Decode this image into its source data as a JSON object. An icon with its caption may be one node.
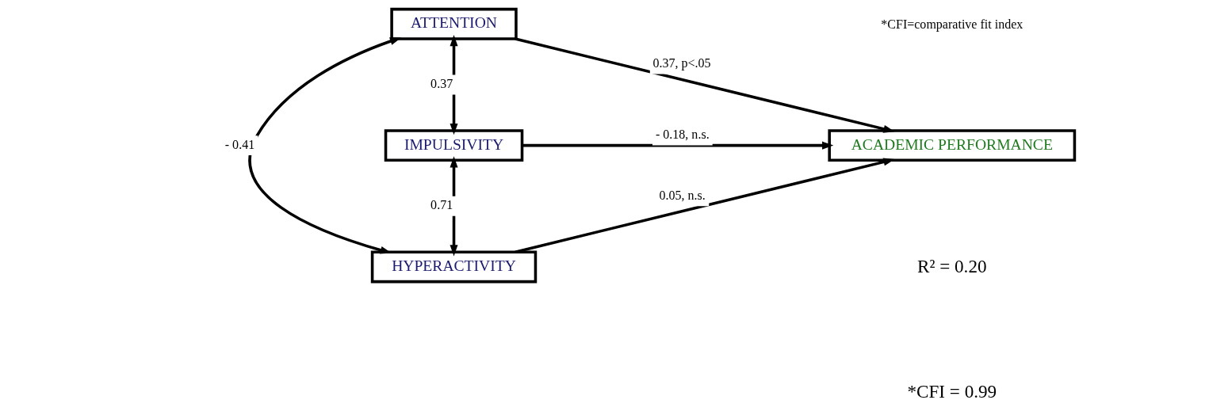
{
  "diagram": {
    "nodes": [
      {
        "text": [
          "ATTENTION"
        ]
      },
      {
        "text": [
          "IMPULSIVITY"
        ]
      },
      {
        "text": [
          "HYPERACTIVITY"
        ]
      },
      {
        "text": [
          "ACADEMIC PERFORMANCE"
        ]
      }
    ],
    "edges": [
      {
        "from": 0,
        "to": 1,
        "arrow": "both",
        "label": "0.37"
      },
      {
        "from": 1,
        "to": 2,
        "arrow": "both",
        "label": "0.71"
      },
      {
        "from": 0,
        "to": 2,
        "arrow": "both",
        "label": "- 0.41"
      },
      {
        "from": 0,
        "to": 3,
        "arrow": "to",
        "label": "0.37, p<.05"
      },
      {
        "from": 1,
        "to": 3,
        "arrow": "to",
        "label": "- 0.18, n.s."
      },
      {
        "from": 2,
        "to": 3,
        "arrow": "to",
        "label": "0.05, n.s."
      }
    ],
    "labels": [
      "*CFI=comparative fit index",
      "R² = 0.20",
      "*CFI = 0.99"
    ]
  }
}
